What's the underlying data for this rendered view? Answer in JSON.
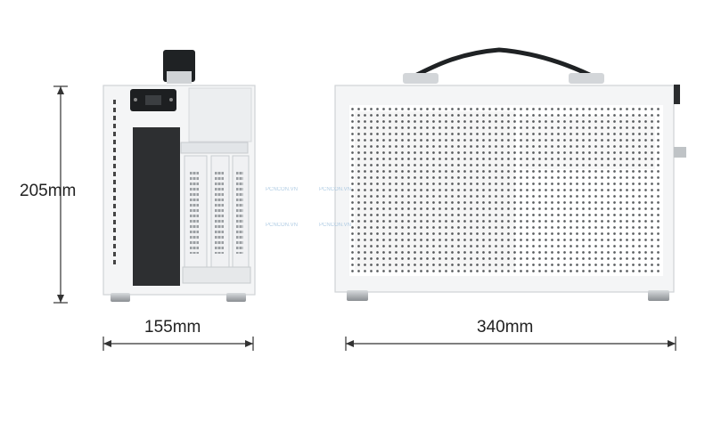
{
  "dimensions": {
    "height": "205mm",
    "depth": "155mm",
    "width": "340mm"
  },
  "watermark": {
    "text": "PCNCON.VN"
  },
  "colors": {
    "case_body": "#f4f5f6",
    "case_edge": "#cfd3d6",
    "mesh_dot": "#5a5d60",
    "dark_panel": "#2d2f31",
    "handle": "#1f2224",
    "dimension_line": "#333333"
  }
}
